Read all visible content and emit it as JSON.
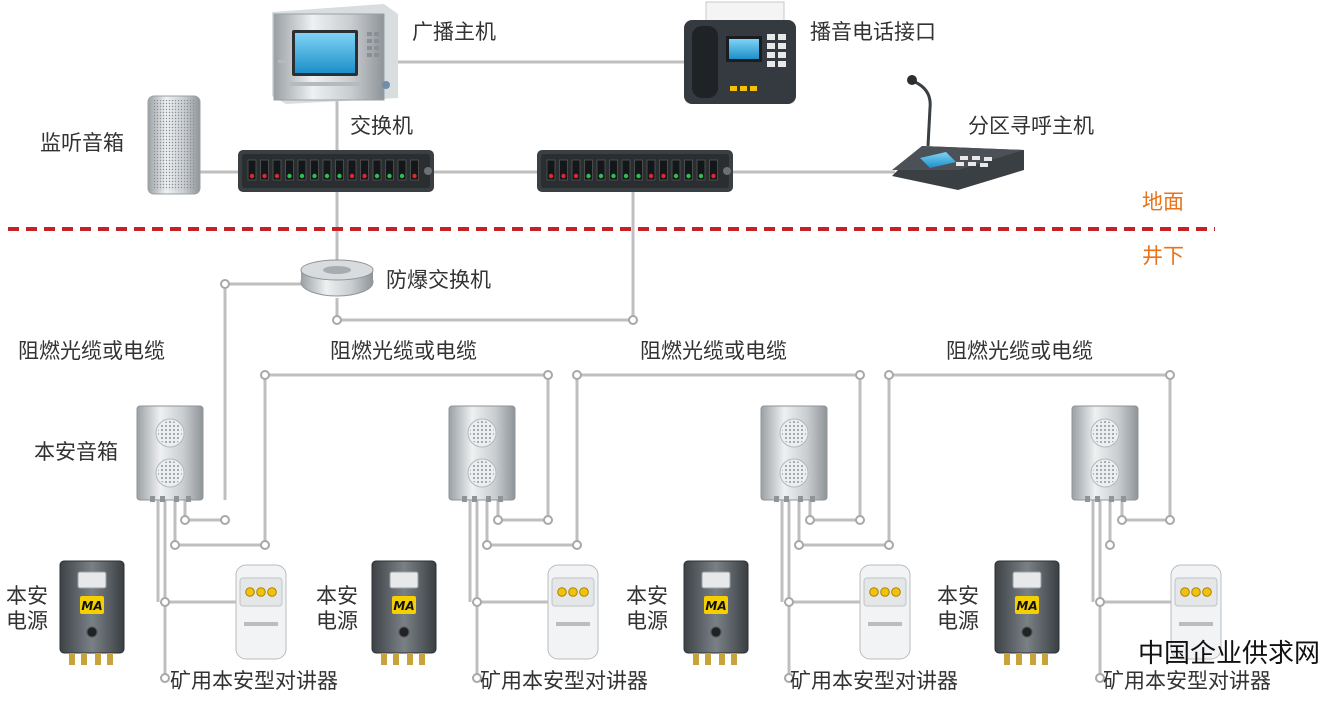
{
  "labels": {
    "broadcast_host": "广播主机",
    "phone_interface": "播音电话接口",
    "monitor_speaker": "监听音箱",
    "switch": "交换机",
    "zone_paging_host": "分区寻呼主机",
    "ground": "地面",
    "underground": "井下",
    "explosion_proof_switch": "防爆交换机",
    "cable": "阻燃光缆或电缆",
    "intrinsic_speaker": "本安音箱",
    "intrinsic_power": "本安\n电源",
    "intercom": "矿用本安型对讲器",
    "ma_mark": "MA"
  },
  "watermark": "中国企业供求网",
  "colors": {
    "ground_line": "#c62127",
    "orange_text": "#e8731a",
    "wire": "#bfbfbf",
    "led_red": "#e0262e",
    "led_green": "#2fbf4a",
    "lamp_yellow": "#f2c10f",
    "ma_badge": "#f5d000"
  }
}
